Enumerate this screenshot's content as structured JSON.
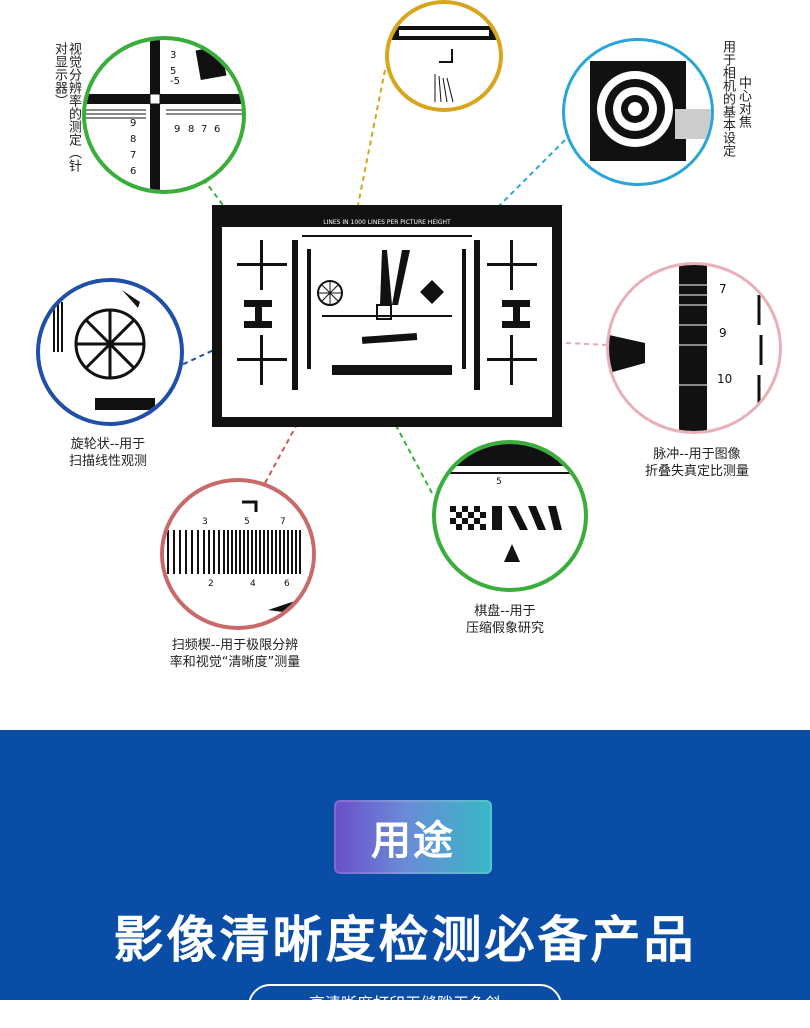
{
  "labels": {
    "green_left": "视觉分辨率的测定（针对显示器）",
    "blue_right_col1": "中心对焦",
    "blue_right_col2": "用于相机的基本设定",
    "spoke_line1": "旋轮状--用于",
    "spoke_line2": "扫描线性观测",
    "pulse_line1": "脉冲--用于图像",
    "pulse_line2": "折叠失真定比测量",
    "wedge_line1": "扫频楔--用于极限分辨",
    "wedge_line2": "率和视觉“清晰度”测量",
    "checker_line1": "棋盘--用于",
    "checker_line2": "压缩假象研究"
  },
  "chart_header": "LINES IN 1000 LINES PER PICTURE HEIGHT",
  "section": {
    "tag": "用途",
    "headline": "影像清晰度检测必备产品",
    "sub": "高清晰度打印无缝隙无色斜"
  },
  "colors": {
    "green": "#3aae3a",
    "gold": "#d8a51e",
    "blue_light": "#2aa6d6",
    "navy": "#1f4fa8",
    "pink": "#d9a0a8",
    "red": "#b34a4a",
    "band": "#0a4da7"
  }
}
